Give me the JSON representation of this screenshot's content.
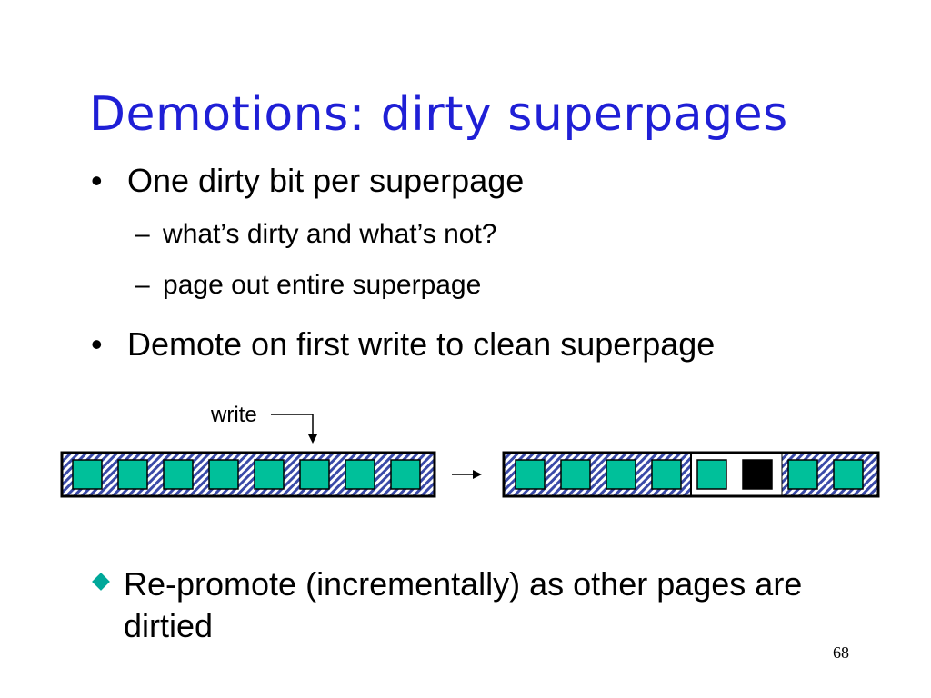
{
  "title": "Demotions: dirty superpages",
  "bullets": [
    {
      "marker": "•",
      "text": "One dirty bit per superpage"
    },
    {
      "marker": "•",
      "text": "Demote on first write to clean superpage"
    }
  ],
  "subbullets": [
    {
      "marker": "–",
      "text": "what’s dirty and what’s not?"
    },
    {
      "marker": "–",
      "text": "page out entire superpage"
    }
  ],
  "last_bullet": {
    "marker_icon": "diamond-icon",
    "text": "Re-promote (incrementally) as other pages are dirtied"
  },
  "diagram": {
    "write_label": "write",
    "page_color": "#00c09a",
    "written_page_color": "#000000",
    "hatch_color": "#3a4aa8",
    "left_superpage": {
      "pages": 8
    },
    "right_superpage": {
      "pages": 8,
      "clean_region_pages": [
        4,
        5
      ],
      "written_page": 5
    }
  },
  "page_number": "68"
}
